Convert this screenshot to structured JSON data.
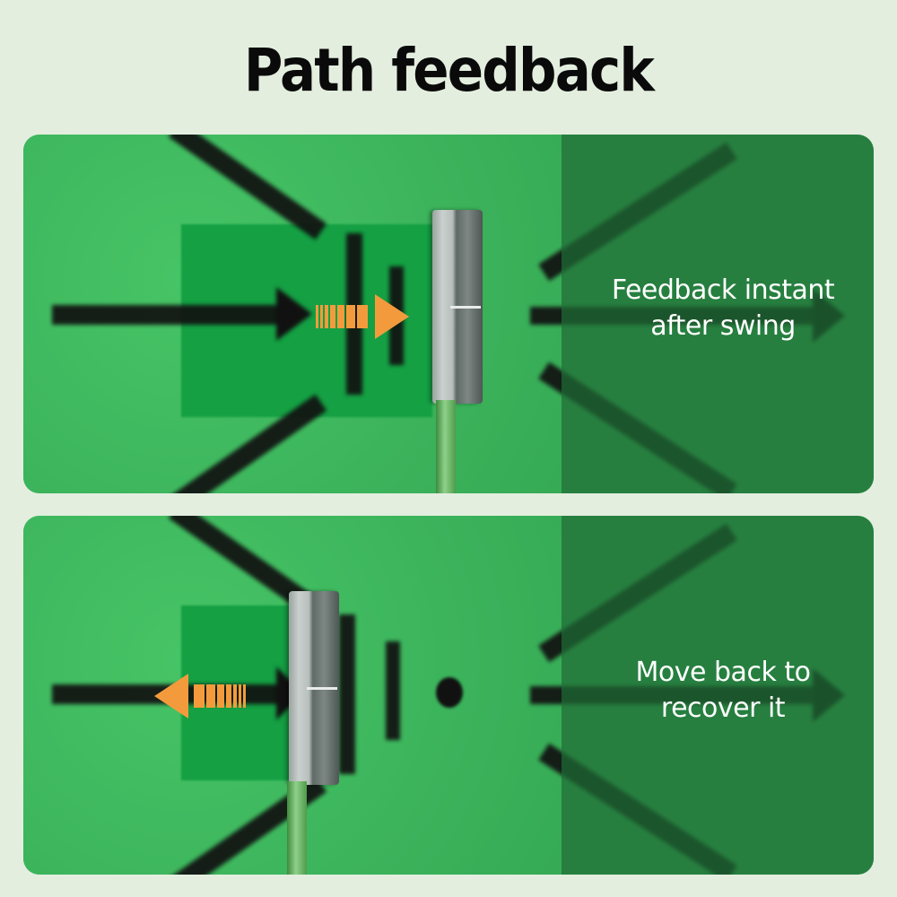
{
  "title": "Path feedback",
  "panels": [
    {
      "caption_line1": "Feedback instant",
      "caption_line2": "after swing",
      "arrow_direction": "right",
      "illustration": "putter-head-after-forward-swing"
    },
    {
      "caption_line1": "Move back to",
      "caption_line2": "recover it",
      "arrow_direction": "left",
      "illustration": "putter-head-moved-back"
    }
  ],
  "colors": {
    "background": "#e3eedf",
    "mat_green": "#3cb45c",
    "mat_dark_overlay": "#1e6b34",
    "feedback_square": "#14a043",
    "arrow_orange": "#f39b3c",
    "markings": "#111111",
    "caption_text": "#ffffff"
  }
}
